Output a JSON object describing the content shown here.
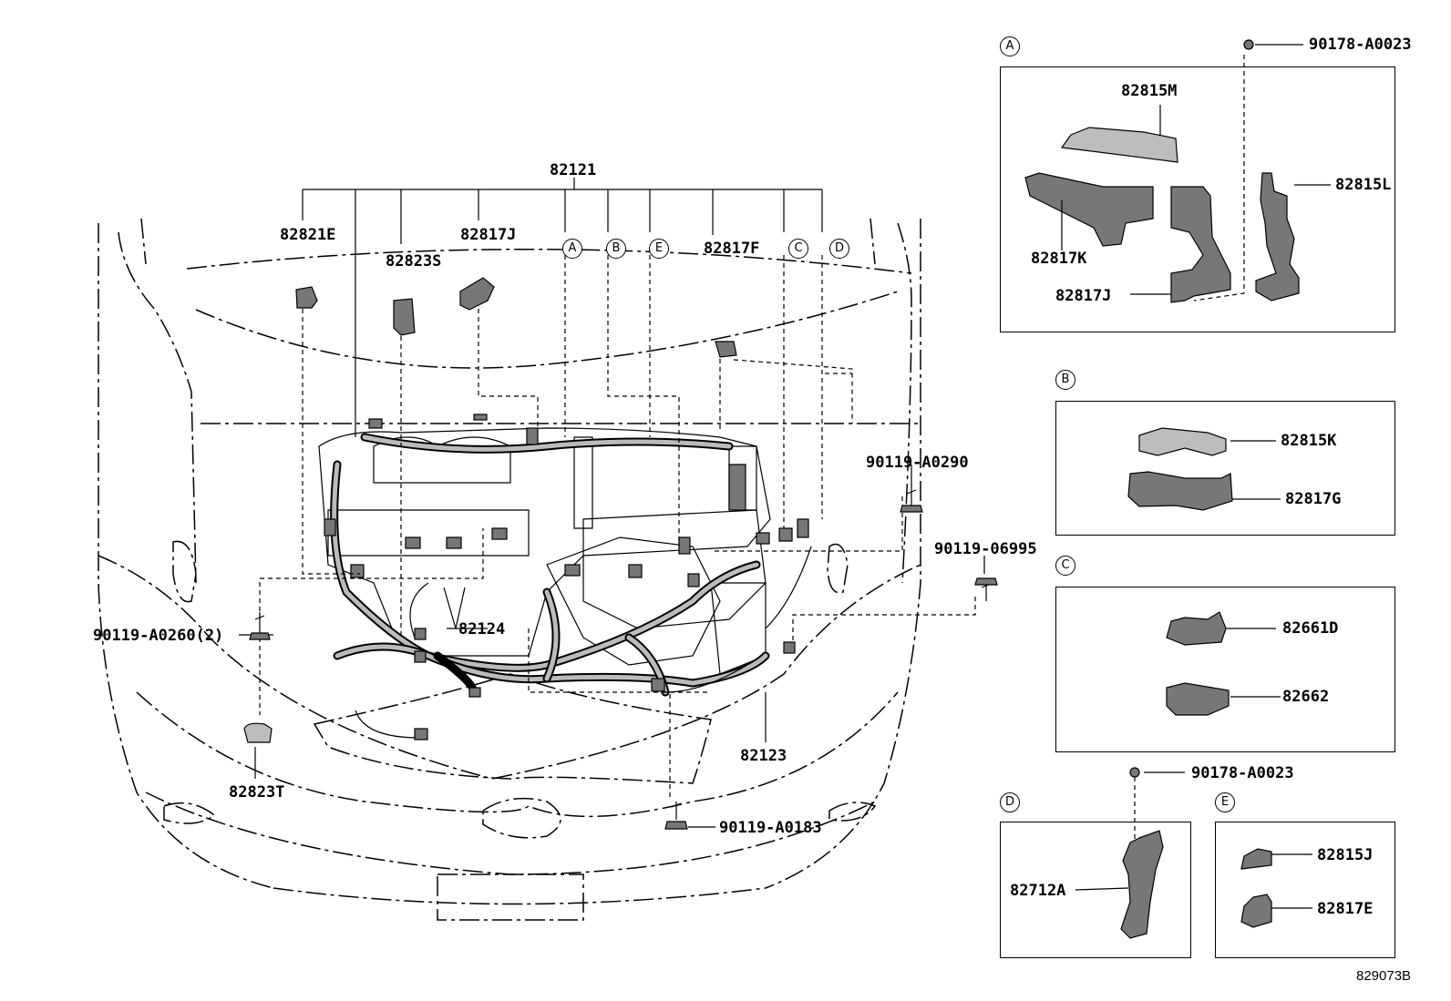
{
  "labels": {
    "main_harness": "82121",
    "p82821E": "82821E",
    "p82823S": "82823S",
    "p82817J": "82817J",
    "p82817F": "82817F",
    "p82124": "82124",
    "p82123": "82123",
    "p82823T": "82823T",
    "b90119A0260": "90119-A0260(2)",
    "b90119A0290": "90119-A0290",
    "b9011906995": "90119-06995",
    "b90119A0183": "90119-A0183"
  },
  "callouts": {
    "A": "A",
    "B": "B",
    "C": "C",
    "D": "D",
    "E": "E"
  },
  "detail_a": {
    "tag": "A",
    "clip": "90178-A0023",
    "parts": [
      "82815M",
      "82815L",
      "82817K",
      "82817J"
    ]
  },
  "detail_b": {
    "tag": "B",
    "parts": [
      "82815K",
      "82817G"
    ]
  },
  "detail_c": {
    "tag": "C",
    "parts": [
      "82661D",
      "82662"
    ]
  },
  "detail_d": {
    "tag": "D",
    "clip": "90178-A0023",
    "parts": [
      "82712A"
    ]
  },
  "detail_e": {
    "tag": "E",
    "parts": [
      "82815J",
      "82817E"
    ]
  },
  "figure_number": "829073B"
}
